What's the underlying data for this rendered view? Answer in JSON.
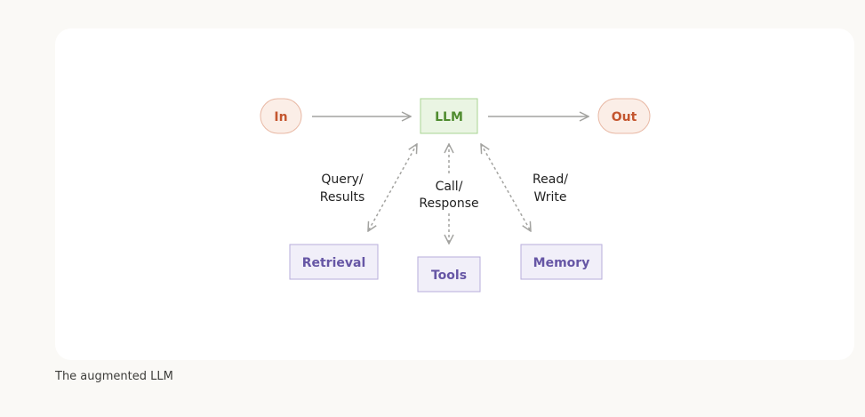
{
  "diagram": {
    "nodes": {
      "in": {
        "label": "In"
      },
      "llm": {
        "label": "LLM"
      },
      "out": {
        "label": "Out"
      },
      "retrieval": {
        "label": "Retrieval"
      },
      "tools": {
        "label": "Tools"
      },
      "memory": {
        "label": "Memory"
      }
    },
    "edges": {
      "query_results": {
        "line1": "Query/",
        "line2": "Results"
      },
      "call_response": {
        "line1": "Call/",
        "line2": "Response"
      },
      "read_write": {
        "line1": "Read/",
        "line2": "Write"
      }
    },
    "colors": {
      "io_fill": "#fbeee7",
      "io_stroke": "#e8b8a4",
      "io_text": "#c4562f",
      "llm_fill": "#eaf5e3",
      "llm_stroke": "#a9d493",
      "llm_text": "#4f8c2f",
      "aux_fill": "#f1eff9",
      "aux_stroke": "#b7addb",
      "aux_text": "#6656a5",
      "arrow": "#a3a3a0"
    }
  },
  "caption": "The augmented LLM"
}
